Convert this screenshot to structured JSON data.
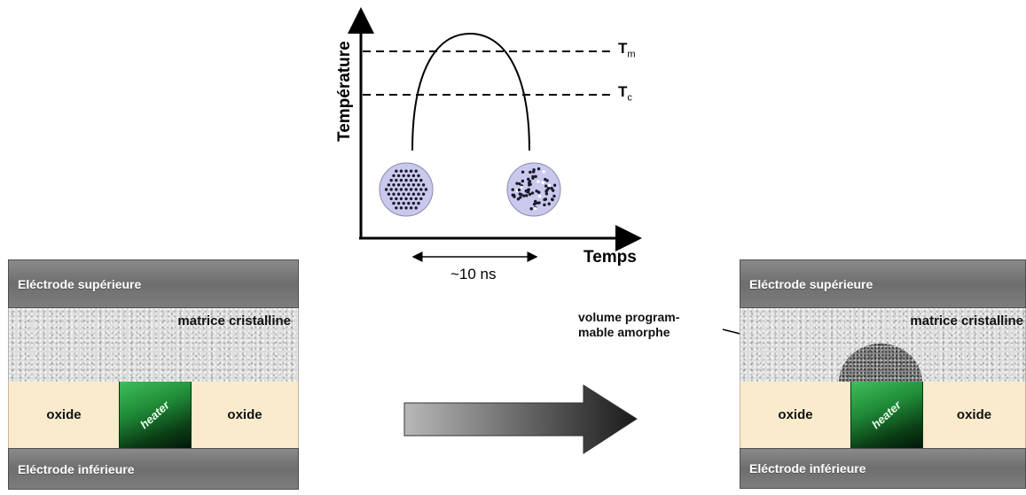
{
  "graph": {
    "y_axis_label": "Température",
    "x_axis_label": "Temps",
    "levels": [
      {
        "symbol": "T",
        "subscript": "m"
      },
      {
        "symbol": "T",
        "subscript": "c"
      }
    ],
    "duration_label": "~10 ns"
  },
  "left_cell": {
    "top_electrode": "Eléctrode supérieure",
    "matrix": "matrice cristalline",
    "oxide_left": "oxide",
    "heater": "heater",
    "oxide_right": "oxide",
    "bottom_electrode": "Eléctrode inférieure"
  },
  "right_cell": {
    "top_electrode": "Eléctrode supérieure",
    "matrix": "matrice cristalline",
    "oxide_left": "oxide",
    "heater": "heater",
    "oxide_right": "oxide",
    "bottom_electrode": "Eléctrode inférieure",
    "amorphous_label_line1": "volume program-",
    "amorphous_label_line2": "mable amorphe"
  },
  "colors": {
    "electrode": "#7a7a7a",
    "oxide": "#faebcd",
    "heater": "#1f8a38",
    "circle_fill": "#c9c9ee",
    "arrow_dark": "#1a1a1a",
    "arrow_light": "#b8b8b8"
  }
}
